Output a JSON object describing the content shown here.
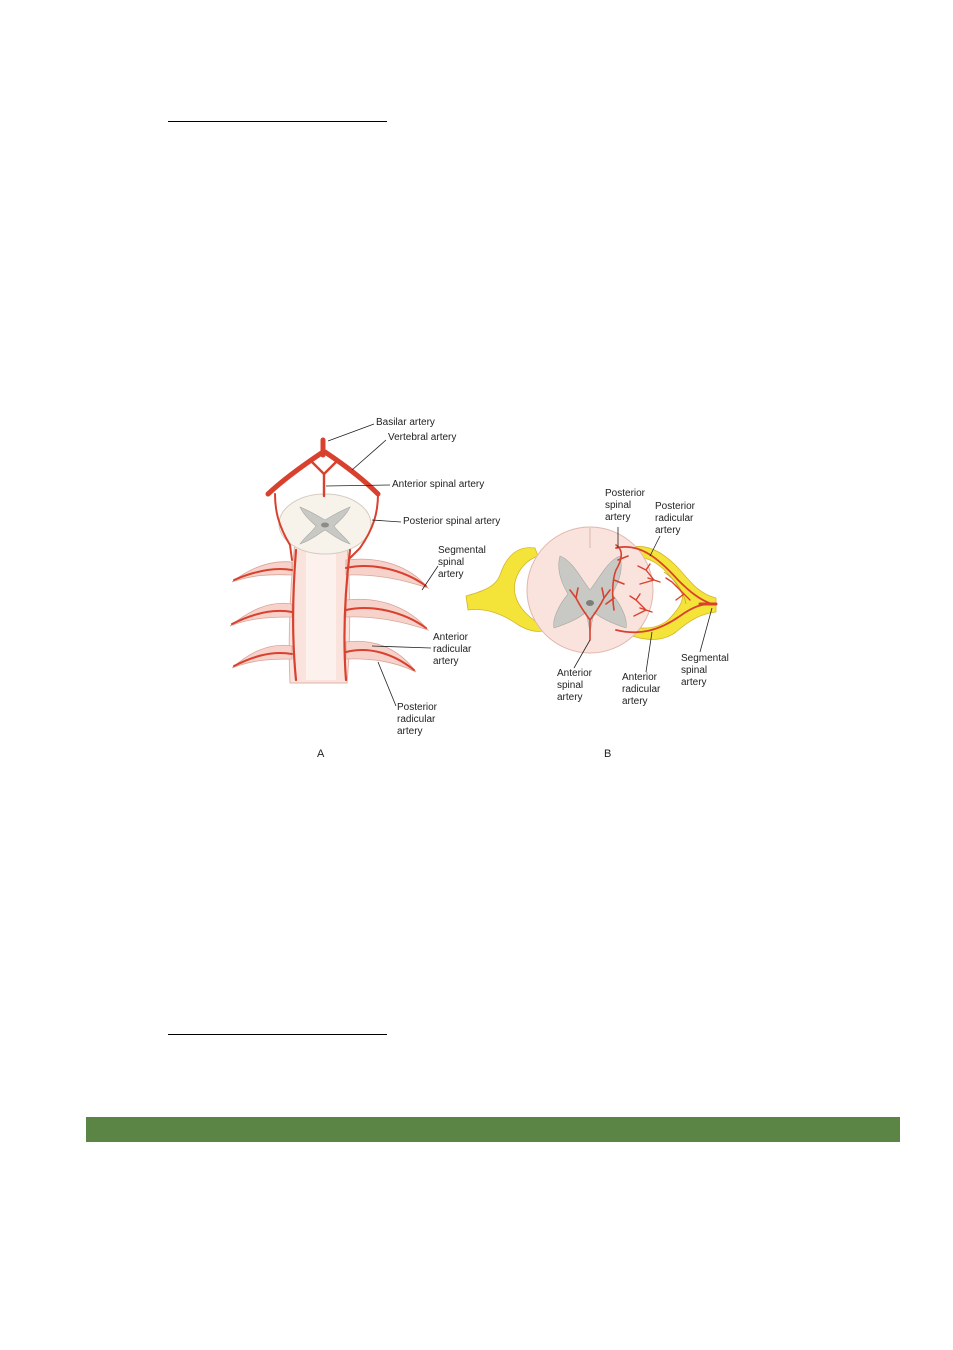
{
  "colors": {
    "artery": "#d9412f",
    "nerve": "#f4e43a",
    "cord_fill": "#fbe3dd",
    "grey_matter": "#c8c8c4",
    "section_bar": "#5b8545"
  },
  "figure": {
    "panel_a": {
      "letter": "A",
      "labels": {
        "basilar": "Basilar artery",
        "vertebral": "Vertebral artery",
        "anterior_spinal": "Anterior spinal artery",
        "posterior_spinal": "Posterior spinal artery",
        "segmental": [
          "Segmental",
          "spinal",
          "artery"
        ],
        "anterior_radicular": [
          "Anterior",
          "radicular",
          "artery"
        ],
        "posterior_radicular": [
          "Posterior",
          "radicular",
          "artery"
        ]
      }
    },
    "panel_b": {
      "letter": "B",
      "labels": {
        "posterior_spinal": [
          "Posterior",
          "spinal",
          "artery"
        ],
        "posterior_radicular": [
          "Posterior",
          "radicular",
          "artery"
        ],
        "anterior_spinal": [
          "Anterior",
          "spinal",
          "artery"
        ],
        "anterior_radicular": [
          "Anterior",
          "radicular",
          "artery"
        ],
        "segmental": [
          "Segmental",
          "spinal",
          "artery"
        ]
      }
    }
  }
}
